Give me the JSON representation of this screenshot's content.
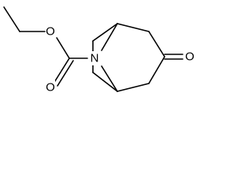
{
  "molecule": {
    "atoms": {
      "ester_oxygen": "O",
      "carbonyl_oxygen_ester": "O",
      "bridge_nitrogen": "N",
      "ketone_oxygen": "O"
    },
    "bond_color": "#000000",
    "background": "#ffffff"
  }
}
